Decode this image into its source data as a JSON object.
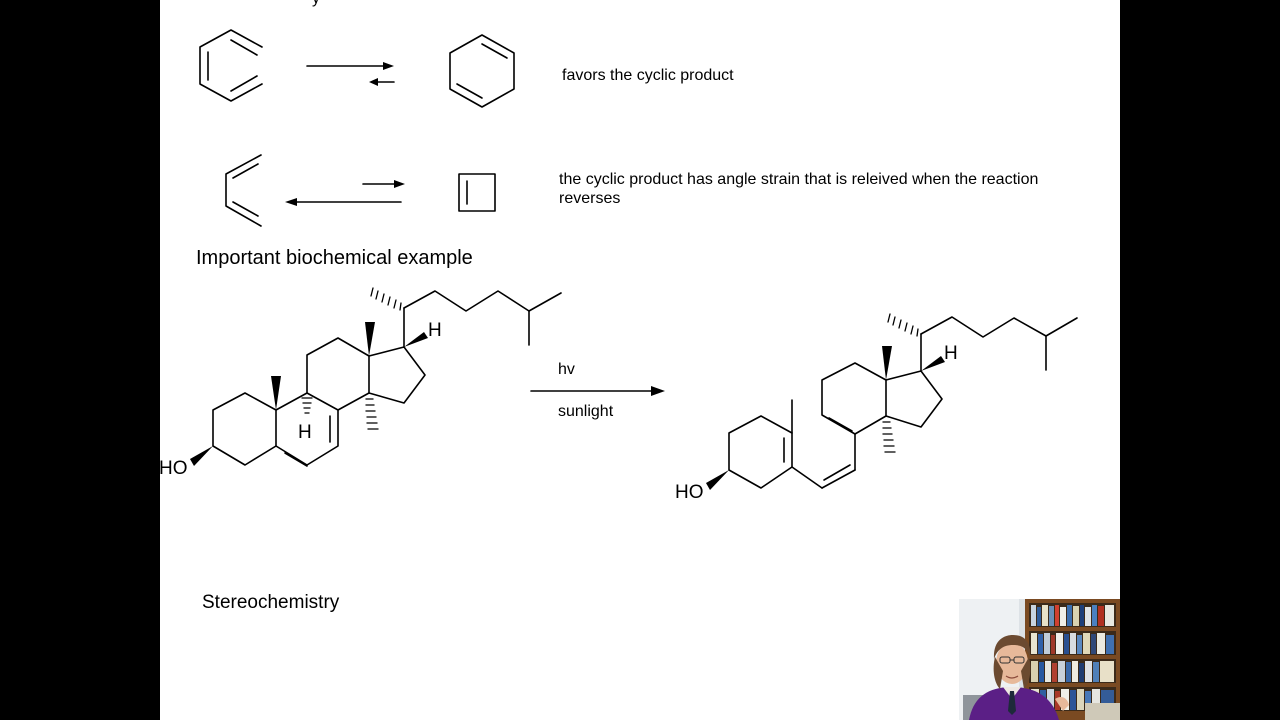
{
  "slide": {
    "notes": {
      "hexatriene": "favors the cyclic product",
      "butadiene": "the cyclic product has angle strain that is releived when the reaction reverses",
      "biochem_heading": "Important biochemical example",
      "stereo_heading": "Stereochemistry"
    },
    "reaction": {
      "above_arrow": "hv",
      "below_arrow": "sunlight"
    },
    "labels": {
      "ho": "HO",
      "h": "H"
    }
  },
  "colors": {
    "slide_bg": "#ffffff",
    "letterbox": "#000000",
    "ink": "#000000"
  },
  "webcam": {
    "description_icon": "presenter-video-icon"
  }
}
